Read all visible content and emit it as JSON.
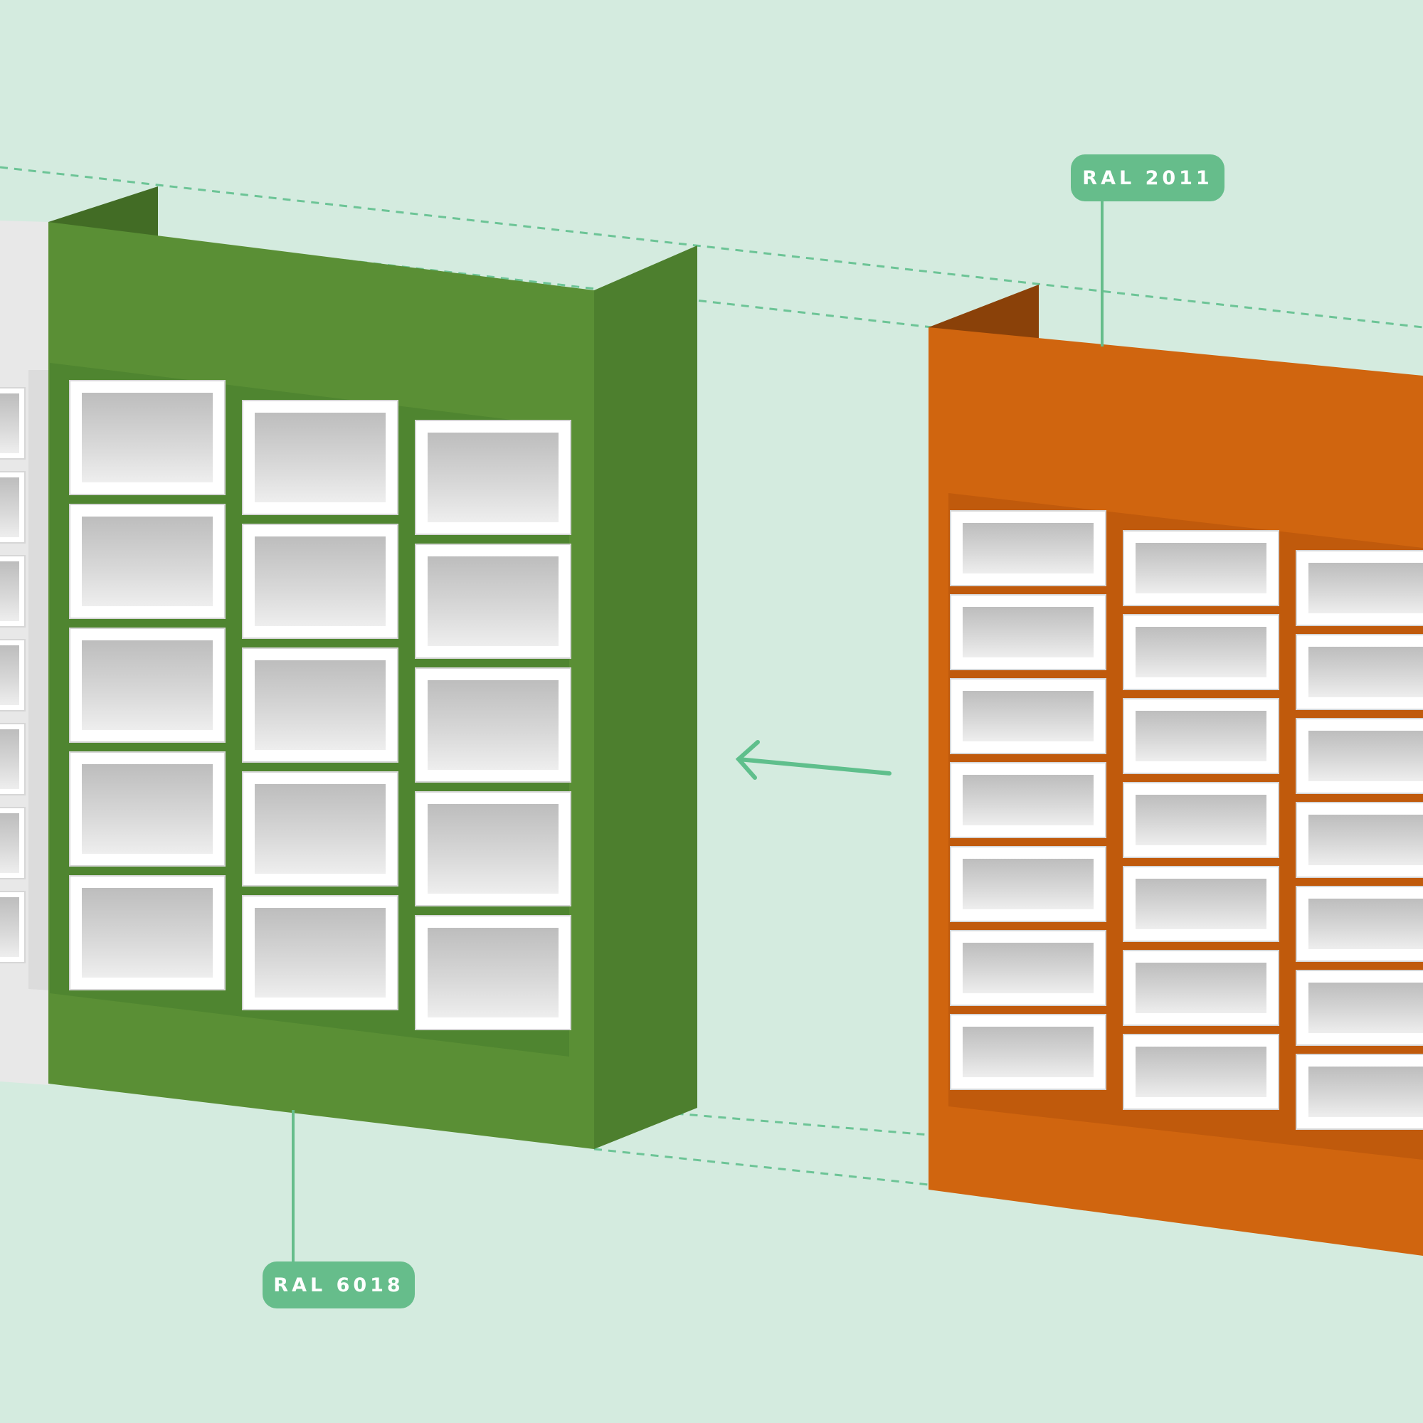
{
  "labels": {
    "orange_cabinet": "RAL 2011",
    "green_cabinet": "RAL 6018"
  },
  "colors": {
    "background": "#d4ebdf",
    "accent": "#66bd8b",
    "green_front": "#5a8f35",
    "green_side": "#4d7f2e",
    "green_back": "#426c25",
    "orange_front": "#d0650f",
    "orange_side": "#b0550c",
    "orange_back": "#8a4109",
    "door_frame": "#ffffff",
    "door_window": "#cbcbcb",
    "white_cabinet": "#e8e8e8"
  },
  "cabinets": {
    "green": {
      "columns": 3,
      "rows": 5
    },
    "orange": {
      "columns": 3,
      "rows": 7
    }
  },
  "arrow": {
    "direction": "left"
  }
}
